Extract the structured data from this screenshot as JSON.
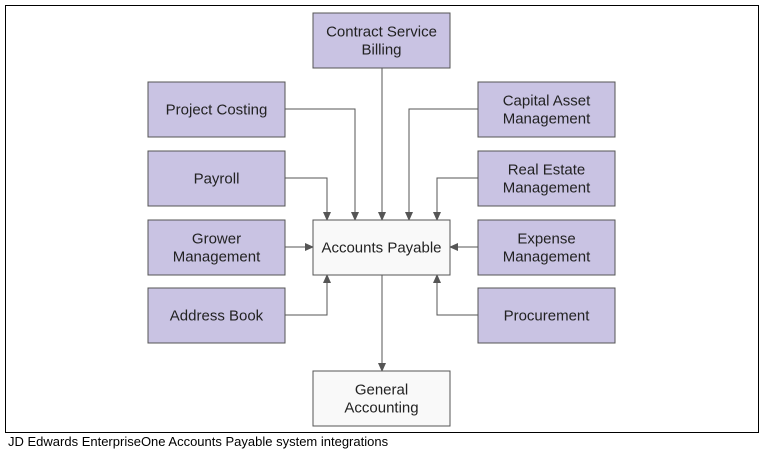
{
  "diagram": {
    "colors": {
      "module_fill": "#c9c3e3",
      "hub_fill": "#f9f9f9",
      "line": "#555555"
    },
    "nodes": [
      {
        "id": "contract",
        "kind": "module",
        "lines": [
          "Contract Service",
          "Billing"
        ]
      },
      {
        "id": "project",
        "kind": "module",
        "lines": [
          "Project Costing"
        ]
      },
      {
        "id": "capital",
        "kind": "module",
        "lines": [
          "Capital Asset",
          "Management"
        ]
      },
      {
        "id": "payroll",
        "kind": "module",
        "lines": [
          "Payroll"
        ]
      },
      {
        "id": "realestate",
        "kind": "module",
        "lines": [
          "Real Estate",
          "Management"
        ]
      },
      {
        "id": "grower",
        "kind": "module",
        "lines": [
          "Grower",
          "Management"
        ]
      },
      {
        "id": "ap",
        "kind": "hub",
        "lines": [
          "Accounts Payable"
        ]
      },
      {
        "id": "expense",
        "kind": "module",
        "lines": [
          "Expense",
          "Management"
        ]
      },
      {
        "id": "address",
        "kind": "module",
        "lines": [
          "Address Book"
        ]
      },
      {
        "id": "procure",
        "kind": "module",
        "lines": [
          "Procurement"
        ]
      },
      {
        "id": "ga",
        "kind": "hub",
        "lines": [
          "General",
          "Accounting"
        ]
      }
    ],
    "edges": [
      {
        "from": "contract",
        "to": "ap"
      },
      {
        "from": "project",
        "to": "ap"
      },
      {
        "from": "capital",
        "to": "ap"
      },
      {
        "from": "payroll",
        "to": "ap"
      },
      {
        "from": "realestate",
        "to": "ap"
      },
      {
        "from": "grower",
        "to": "ap"
      },
      {
        "from": "expense",
        "to": "ap"
      },
      {
        "from": "address",
        "to": "ap"
      },
      {
        "from": "procure",
        "to": "ap"
      },
      {
        "from": "ap",
        "to": "ga"
      }
    ]
  },
  "caption": "JD Edwards EnterpriseOne Accounts Payable system integrations"
}
